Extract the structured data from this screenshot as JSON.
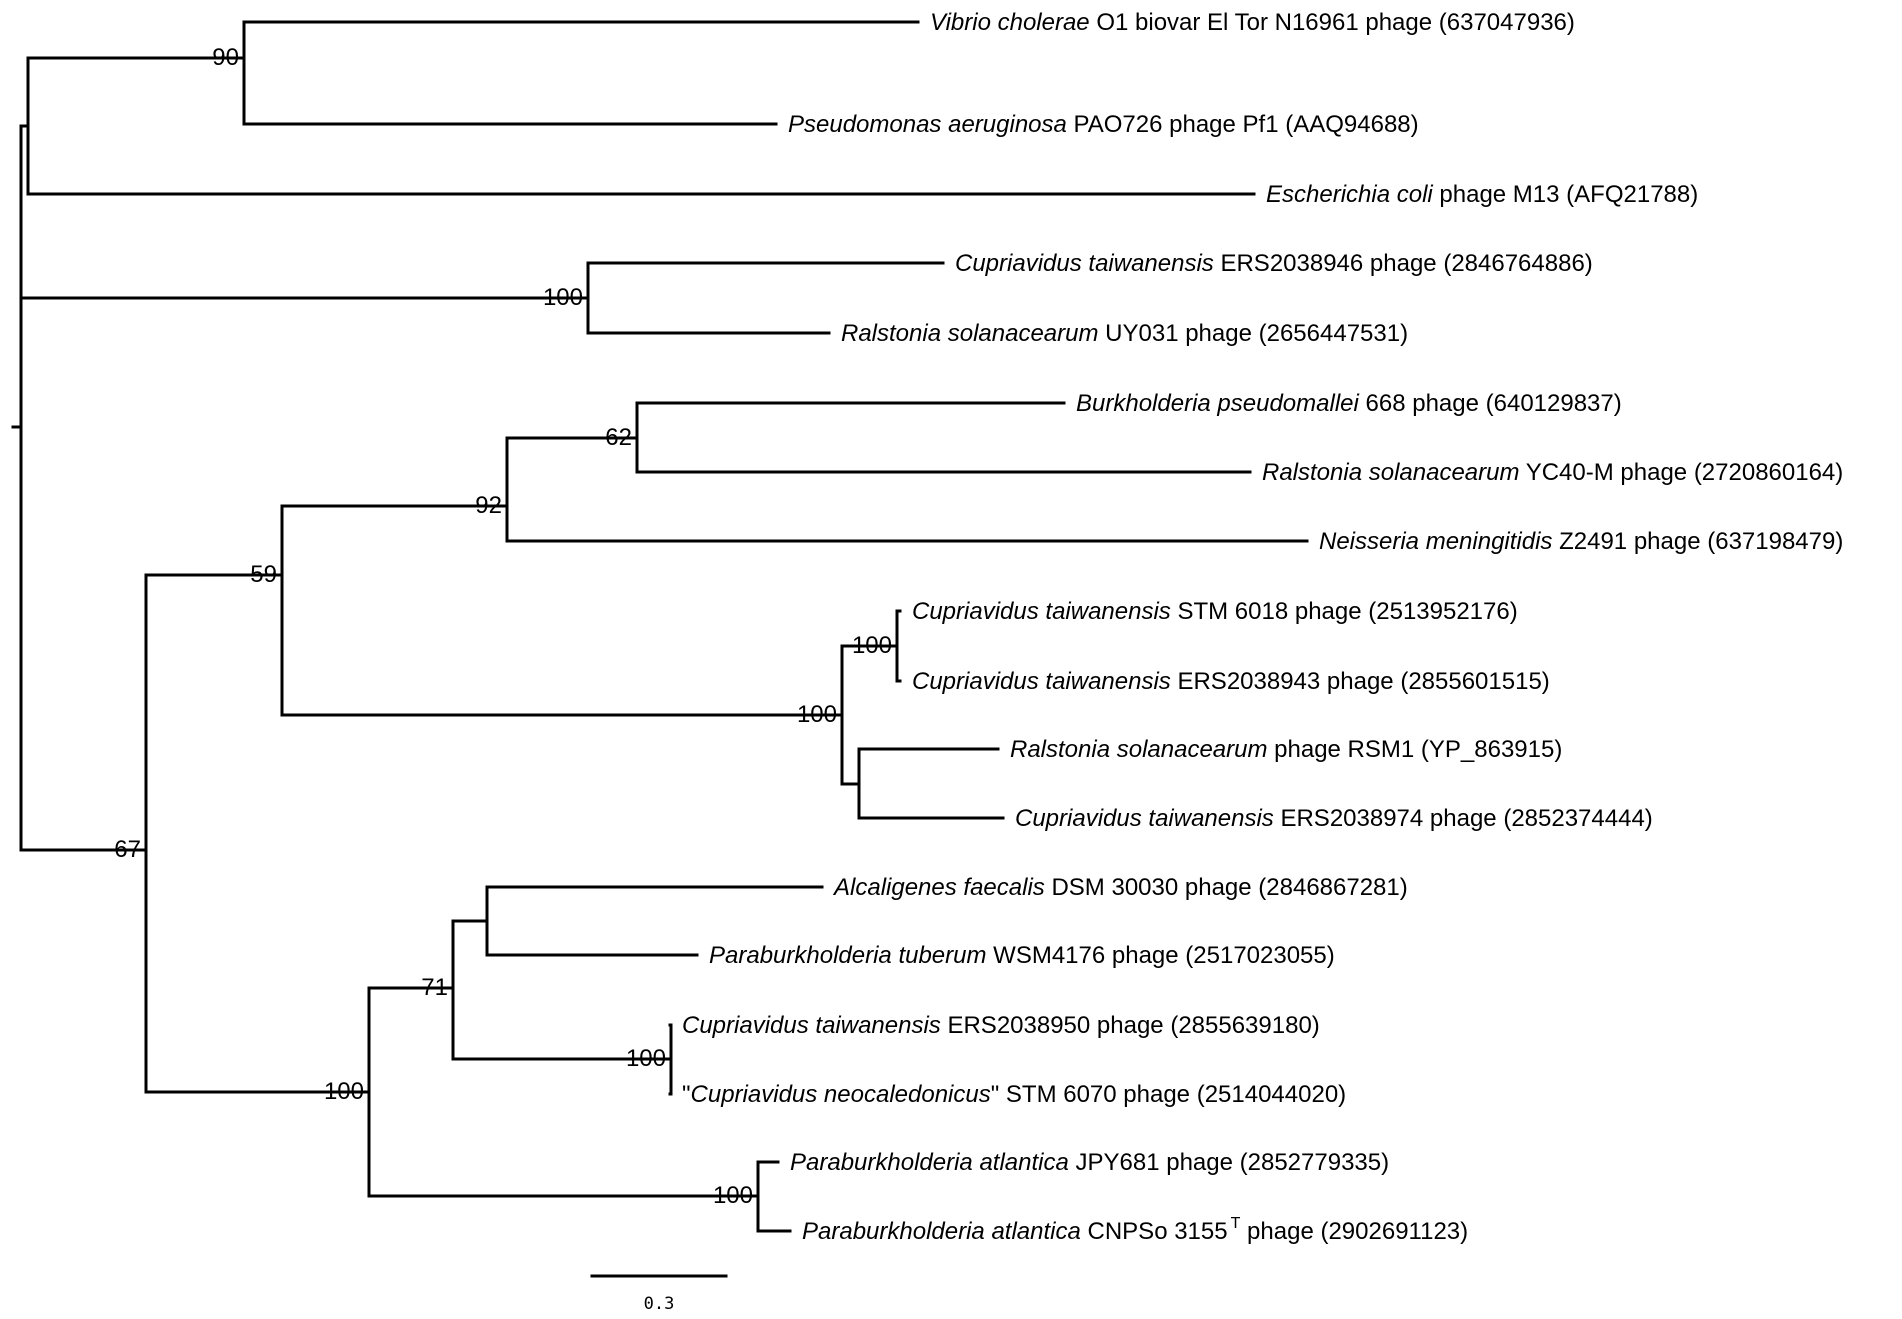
{
  "tree": {
    "taxa": [
      {
        "italic": "Vibrio cholerae",
        "rest": " O1 biovar El Tor N16961 phage (637047936)"
      },
      {
        "italic": "Pseudomonas aeruginosa",
        "rest": " PAO726 phage Pf1 (AAQ94688)"
      },
      {
        "italic": "Escherichia coli",
        "rest": " phage M13 (AFQ21788)"
      },
      {
        "italic": "Cupriavidus taiwanensis",
        "rest": " ERS2038946 phage (2846764886)"
      },
      {
        "italic": "Ralstonia solanacearum",
        "rest": " UY031 phage (2656447531)"
      },
      {
        "italic": "Burkholderia pseudomallei",
        "rest": " 668 phage (640129837)"
      },
      {
        "italic": "Ralstonia solanacearum",
        "rest": " YC40-M phage (2720860164)"
      },
      {
        "italic": "Neisseria meningitidis",
        "rest": " Z2491 phage (637198479)"
      },
      {
        "italic": "Cupriavidus taiwanensis",
        "rest": " STM 6018 phage  (2513952176)"
      },
      {
        "italic": "Cupriavidus taiwanensis",
        "rest": " ERS2038943 phage  (2855601515)"
      },
      {
        "italic": "Ralstonia solanacearum",
        "rest": " phage RSM1 (YP_863915)"
      },
      {
        "italic": "Cupriavidus taiwanensis",
        "rest": " ERS2038974 phage (2852374444)"
      },
      {
        "italic": "Alcaligenes faecalis",
        "rest": " DSM 30030 phage (2846867281)"
      },
      {
        "italic": "Paraburkholderia tuberum",
        "rest": " WSM4176 phage (2517023055)"
      },
      {
        "italic": "Cupriavidus taiwanensis",
        "rest": " ERS2038950 phage (2855639180)"
      },
      {
        "prefix": "\"",
        "italic": "Cupriavidus neocaledonicus",
        "rest": "\" STM 6070 phage (2514044020)"
      },
      {
        "italic": "Paraburkholderia atlantica",
        "rest": " JPY681 phage (2852779335)"
      },
      {
        "italic": "Paraburkholderia atlantica",
        "rest": " CNPSo 3155",
        "sup": "T",
        "rest2": " phage (2902691123)"
      }
    ],
    "support_values": [
      "90",
      "100",
      "62",
      "92",
      "100",
      "100",
      "59",
      "100",
      "71",
      "100",
      "100",
      "67"
    ],
    "scale_bar": {
      "label": "0.3"
    }
  }
}
